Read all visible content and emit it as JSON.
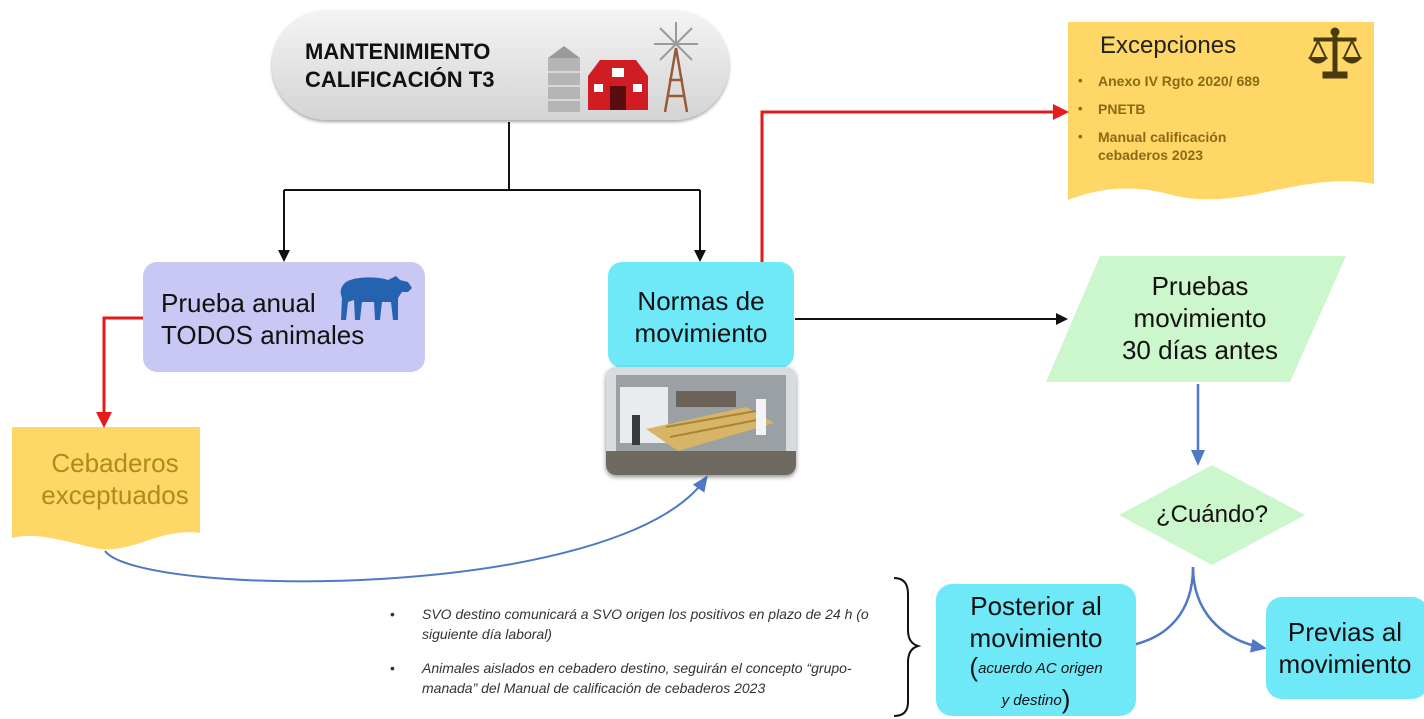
{
  "title": {
    "line1": "MANTENIMIENTO",
    "line2": "CALIFICACIÓN T3",
    "icons": [
      "silo-icon",
      "barn-icon",
      "windmill-icon"
    ]
  },
  "excepciones": {
    "title": "Excepciones",
    "icon": "scales-icon",
    "items": [
      "Anexo IV Rgto 2020/ 689",
      "PNETB",
      "Manual calificación cebaderos 2023"
    ],
    "bg_color": "#ffd766",
    "text_color": "#8a6a14"
  },
  "prueba_anual": {
    "line1": "Prueba anual",
    "line2": "TODOS animales",
    "icon": "cow-icon",
    "bg_color": "#c9c8f4"
  },
  "normas": {
    "line1": "Normas de",
    "line2": "movimiento",
    "bg_color": "#6fe9f8",
    "photo": "cattle-loading-photo"
  },
  "cebaderos": {
    "line1": "Cebaderos",
    "line2": "exceptuados",
    "bg_color": "#ffd766",
    "text_color": "#b08a1c"
  },
  "pruebas_movimiento": {
    "line1": "Pruebas",
    "line2": "movimiento",
    "line3": "30 días antes",
    "bg_color": "#ccf6cc"
  },
  "cuando": {
    "label": "¿Cuándo?",
    "bg_color": "#ccf6cc"
  },
  "posterior": {
    "line1": "Posterior al",
    "line2": "movimiento",
    "sub_open": "(",
    "sub_line1": "acuerdo AC origen",
    "sub_line2": "y destino",
    "sub_close": ")"
  },
  "previas": {
    "line1": "Previas al",
    "line2": "movimiento"
  },
  "notes": [
    "SVO destino comunicará a SVO origen los positivos en plazo de 24 h (o siguiente día laboral)",
    "Animales aislados en cebadero destino, seguirán el concepto “grupo-manada” del Manual de calificación de cebaderos 2023"
  ],
  "colors": {
    "red_arrow": "#e61a1a",
    "black_arrow": "#111111",
    "blue_arrow": "#4f79c4"
  }
}
